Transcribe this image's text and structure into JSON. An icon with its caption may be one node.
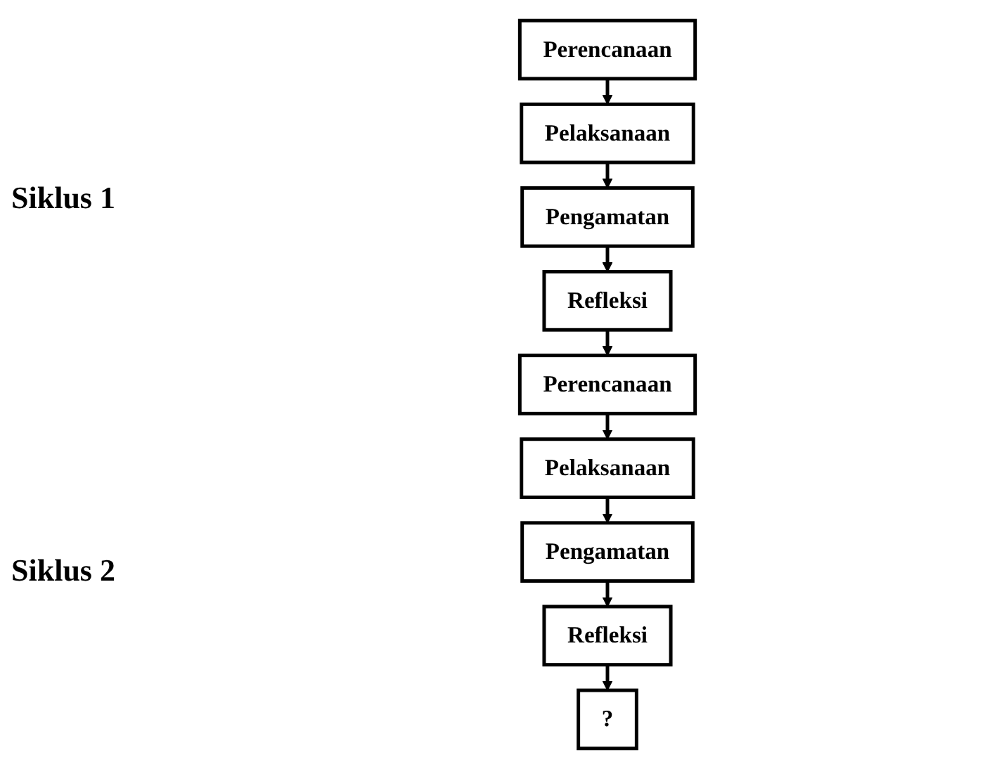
{
  "diagram": {
    "nodes": [
      {
        "text": [
          "Perencanaan"
        ]
      },
      {
        "text": [
          "Pelaksanaan"
        ]
      },
      {
        "text": [
          "Pengamatan"
        ]
      },
      {
        "text": [
          "Refleksi"
        ]
      },
      {
        "text": [
          "Perencanaan"
        ]
      },
      {
        "text": [
          "Pelaksanaan"
        ]
      },
      {
        "text": [
          "Pengamatan"
        ]
      },
      {
        "text": [
          "Refleksi"
        ]
      },
      {
        "text": [
          "?"
        ]
      }
    ],
    "edges": [
      {
        "from": 0,
        "to": 1,
        "arrow": "to"
      },
      {
        "from": 1,
        "to": 2,
        "arrow": "to"
      },
      {
        "from": 2,
        "to": 3,
        "arrow": "to"
      },
      {
        "from": 3,
        "to": 4,
        "arrow": "to"
      },
      {
        "from": 4,
        "to": 5,
        "arrow": "to"
      },
      {
        "from": 5,
        "to": 6,
        "arrow": "to"
      },
      {
        "from": 6,
        "to": 7,
        "arrow": "to"
      },
      {
        "from": 7,
        "to": 8,
        "arrow": "to"
      }
    ],
    "labels": [
      "Siklus 1",
      "Siklus 2"
    ]
  }
}
